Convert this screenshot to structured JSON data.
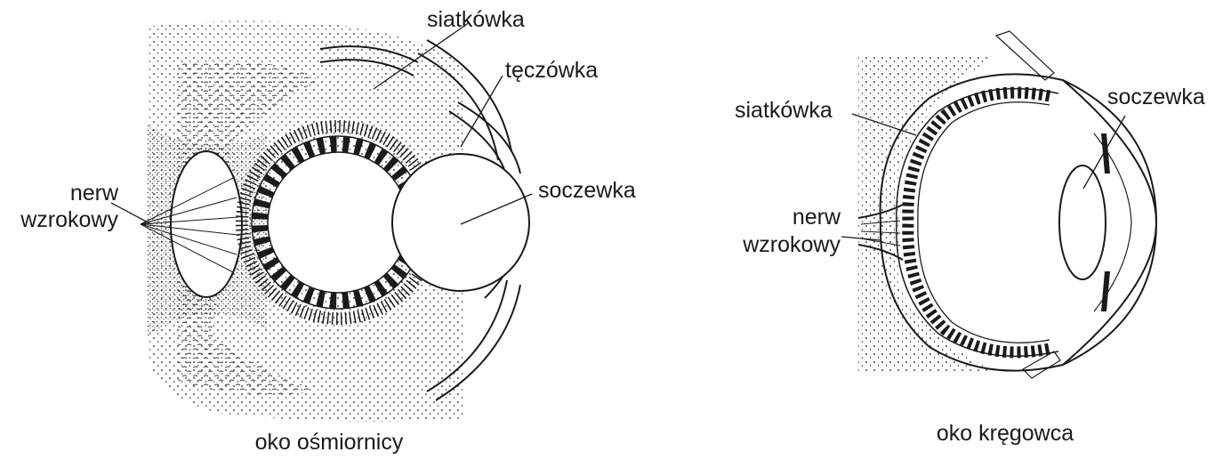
{
  "octopus": {
    "caption": "oko ośmiornicy",
    "labels": {
      "retina": "siatkówka",
      "iris": "tęczówka",
      "lens": "soczewka",
      "nerve_line1": "nerw",
      "nerve_line2": "wzrokowy"
    }
  },
  "vertebrate": {
    "caption": "oko kręgowca",
    "labels": {
      "retina": "siatkówka",
      "lens": "soczewka",
      "nerve_line1": "nerw",
      "nerve_line2": "wzrokowy"
    }
  },
  "colors": {
    "ink": "#1a1a1a",
    "paper": "#ffffff"
  }
}
